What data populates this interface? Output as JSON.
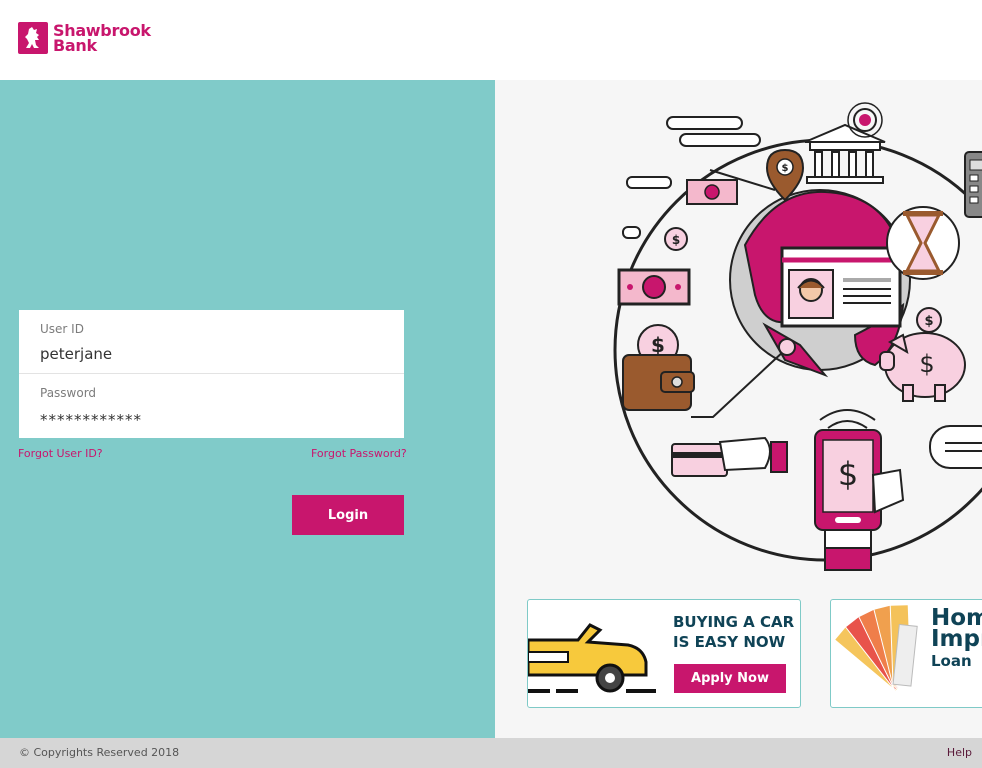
{
  "brand": {
    "name_line1": "Shawbrook",
    "name_line2": "Bank",
    "color": "#c8166d"
  },
  "login": {
    "user_id_label": "User ID",
    "user_id_value": "peterjane",
    "password_label": "Password",
    "password_value": "************",
    "forgot_user_id": "Forgot User ID?",
    "forgot_password": "Forgot Password?",
    "login_button": "Login"
  },
  "promos": {
    "car": {
      "title_line1": "BUYING A CAR",
      "title_line2": "IS EASY NOW",
      "button": "Apply Now"
    },
    "home": {
      "title_line1": "Hom",
      "title_line2": "Impr",
      "subtitle": "Loan"
    }
  },
  "illustration": {
    "dollar_symbol": "$"
  },
  "footer": {
    "copyright": "© Copyrights Reserved 2018",
    "help": "Help"
  },
  "colors": {
    "teal_panel": "#80cbc9",
    "accent": "#c8166d",
    "dark_text": "#0f4356",
    "footer_bg": "#d6d6d6"
  }
}
